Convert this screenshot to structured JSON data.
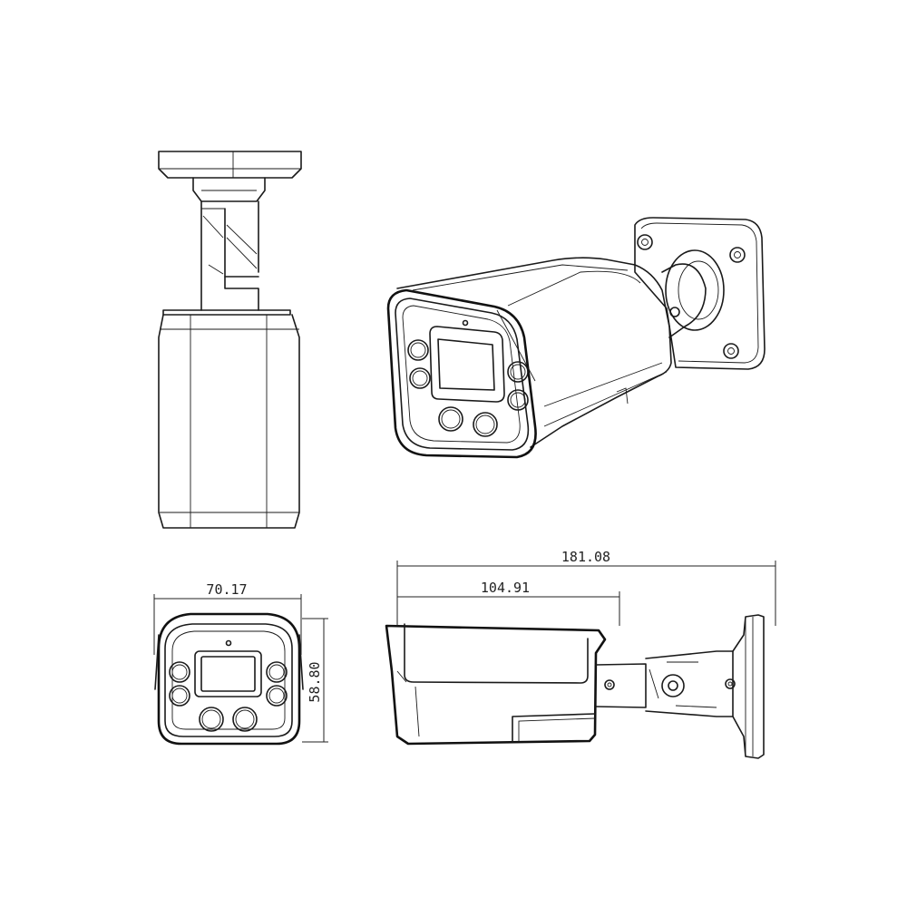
{
  "dimensions": {
    "width": "70.17",
    "height": "58.80",
    "overall_length": "181.08",
    "housing_length": "104.91"
  }
}
